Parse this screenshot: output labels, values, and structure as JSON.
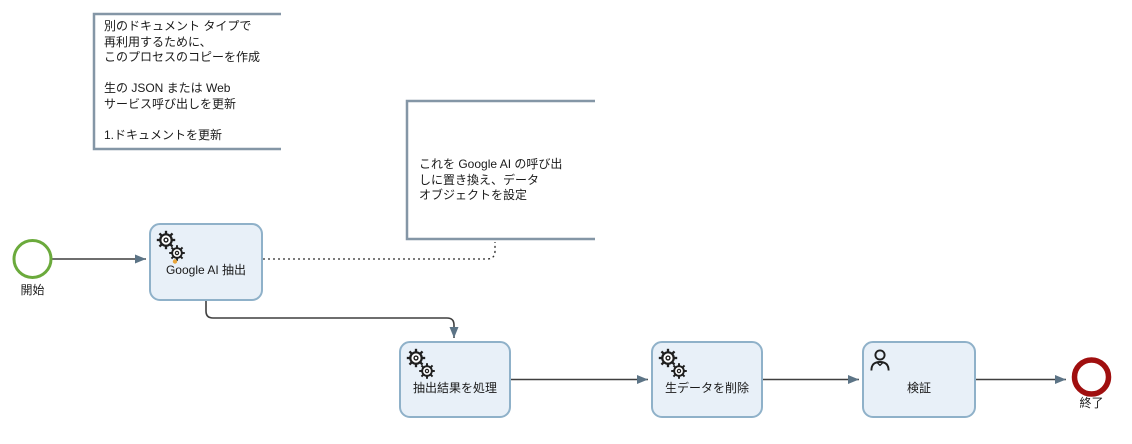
{
  "diagram": {
    "type": "bpmn-process-flow",
    "annotations": [
      {
        "name": "copy-process-note",
        "text": "別のドキュメント タイプで\n再利用するために、\nこのプロセスのコピーを作成\n\n生の JSON または Web\nサービス呼び出しを更新\n\n1.ドキュメントを更新"
      },
      {
        "name": "replace-call-note",
        "text": "これを Google AI の呼び出\nしに置き換え、データ\nオブジェクトを設定"
      }
    ],
    "events": [
      {
        "name": "start-event",
        "label": "開始",
        "color": "#6baa3c"
      },
      {
        "name": "end-event",
        "label": "終了",
        "color": "#a00f0f"
      }
    ],
    "tasks": [
      {
        "name": "google-ai-extract",
        "label": "Google AI 抽出",
        "icon": "gears-icon"
      },
      {
        "name": "process-extraction-results",
        "label": "抽出結果を処理",
        "icon": "gears-icon"
      },
      {
        "name": "delete-raw-data",
        "label": "生データを削除",
        "icon": "gears-icon"
      },
      {
        "name": "verify",
        "label": "検証",
        "icon": "user-icon"
      }
    ],
    "colors": {
      "task_fill": "#e8f0f8",
      "task_border": "#8fb1c9",
      "annotation_border": "#8496a6",
      "start_event_stroke": "#6baa3c",
      "end_event_stroke": "#a00f0f",
      "flow_line": "#3f3f3f",
      "arrowhead": "#5c7486",
      "icon_accent": "#e9a63b"
    }
  }
}
